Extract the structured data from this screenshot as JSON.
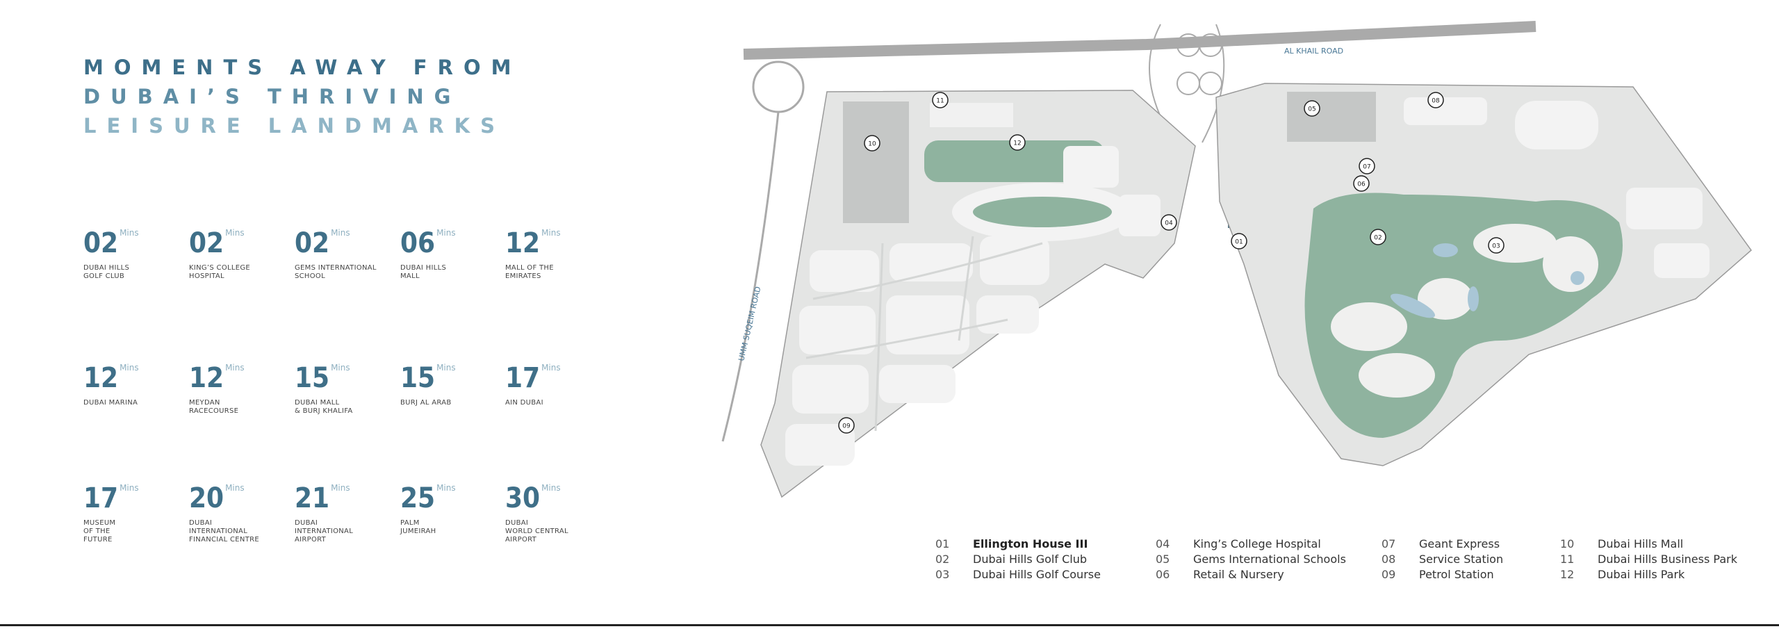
{
  "heading": {
    "line1": "MOMENTS AWAY FROM",
    "line2": "DUBAI’S THRIVING",
    "line3": "LEISURE LANDMARKS"
  },
  "unit": "Mins",
  "stats": [
    {
      "value": "02",
      "label": "DUBAI HILLS\nGOLF CLUB"
    },
    {
      "value": "02",
      "label": "KING’S COLLEGE\nHOSPITAL"
    },
    {
      "value": "02",
      "label": "GEMS INTERNATIONAL\nSCHOOL"
    },
    {
      "value": "06",
      "label": "DUBAI HILLS\nMALL"
    },
    {
      "value": "12",
      "label": "MALL OF THE\nEMIRATES"
    },
    {
      "value": "12",
      "label": "DUBAI MARINA"
    },
    {
      "value": "12",
      "label": "MEYDAN\nRACECOURSE"
    },
    {
      "value": "15",
      "label": "DUBAI MALL\n& BURJ KHALIFA"
    },
    {
      "value": "15",
      "label": "BURJ AL ARAB"
    },
    {
      "value": "17",
      "label": "AIN DUBAI"
    },
    {
      "value": "17",
      "label": "MUSEUM\nOF THE\nFUTURE"
    },
    {
      "value": "20",
      "label": "DUBAI\nINTERNATIONAL\nFINANCIAL CENTRE"
    },
    {
      "value": "21",
      "label": "DUBAI\nINTERNATIONAL\nAIRPORT"
    },
    {
      "value": "25",
      "label": "PALM\nJUMEIRAH"
    },
    {
      "value": "30",
      "label": "DUBAI\nWORLD CENTRAL\nAIRPORT"
    }
  ],
  "map": {
    "road_labels": [
      "AL KHAIL ROAD",
      "UMM SUQEIM ROAD"
    ],
    "markers": [
      "01",
      "02",
      "03",
      "04",
      "05",
      "06",
      "07",
      "08",
      "09",
      "10",
      "11",
      "12"
    ],
    "colors": {
      "land": "#e4e5e4",
      "plot": "#f3f3f3",
      "green": "#8fb39f",
      "road": "#c8c8c8",
      "water": "#a9c6d6"
    }
  },
  "legend": [
    {
      "num": "01",
      "name": "Ellington House III",
      "bold": true
    },
    {
      "num": "02",
      "name": "Dubai Hills Golf Club"
    },
    {
      "num": "03",
      "name": "Dubai Hills Golf Course"
    },
    {
      "num": "04",
      "name": "King’s College Hospital"
    },
    {
      "num": "05",
      "name": "Gems International Schools"
    },
    {
      "num": "06",
      "name": "Retail & Nursery"
    },
    {
      "num": "07",
      "name": "Geant Express"
    },
    {
      "num": "08",
      "name": "Service Station"
    },
    {
      "num": "09",
      "name": "Petrol Station"
    },
    {
      "num": "10",
      "name": "Dubai Hills Mall"
    },
    {
      "num": "11",
      "name": "Dubai Hills Business Park"
    },
    {
      "num": "12",
      "name": "Dubai Hills Park"
    }
  ]
}
